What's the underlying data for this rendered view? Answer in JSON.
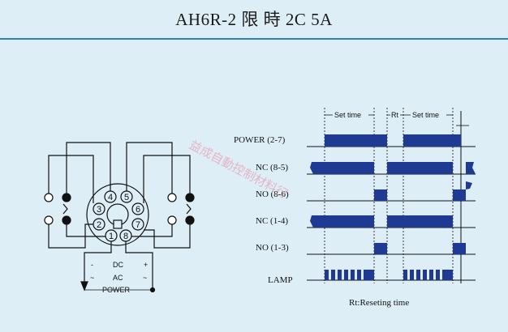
{
  "header": {
    "title": "AH6R-2 限 時 2C 5A"
  },
  "wiring": {
    "pins": [
      "1",
      "2",
      "3",
      "4",
      "5",
      "6",
      "7",
      "8"
    ],
    "dc_label": "DC",
    "ac_label": "AC",
    "minus": "-",
    "plus": "+",
    "tilde_left": "~",
    "tilde_right": "~",
    "power_label": "POWER"
  },
  "timing": {
    "set_time": "Set time",
    "rt": "Rt",
    "set_time_2": "Set time",
    "rows": [
      "POWER (2-7)",
      "NC (8-5)",
      "NO (8-6)",
      "NC (1-4)",
      "NO (1-3)",
      "LAMP"
    ],
    "caption": "Rt:Reseting time"
  },
  "watermark": "益成自動控制材料行",
  "colors": {
    "accent": "#2a7fc0",
    "signal": "#1f3a93",
    "background": "#ddeef6"
  }
}
